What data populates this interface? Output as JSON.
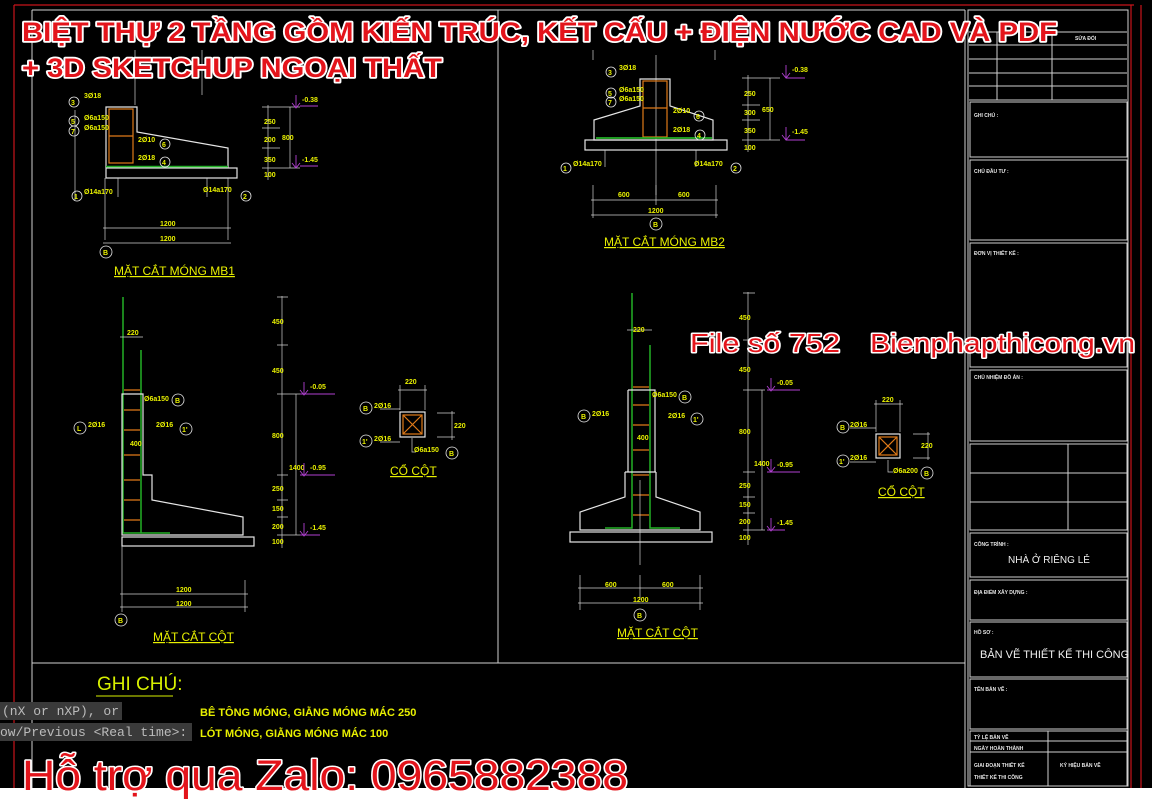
{
  "overlay": {
    "title_line1": "BIỆT THỰ 2 TẦNG GỒM KIẾN TRÚC, KẾT CẤU + ĐIỆN NƯỚC CAD VÀ PDF",
    "title_line2": "+ 3D SKETCHUP NGOẠI THẤT",
    "file_no": "File số 752",
    "website": "Bienphapthicong.vn",
    "support": "Hỗ trợ qua Zalo: 0965882388",
    "color": "#e3141b"
  },
  "command_line": {
    "line1": "(nX or nXP), or",
    "line2": "ow/Previous <Real time>:"
  },
  "colors": {
    "background": "#000000",
    "annotation": "#e8f000",
    "rebar": "#22b026",
    "stirrup": "#e07a18",
    "frame": "#c8141b"
  },
  "mb1": {
    "title": "MẶT CẮT MÓNG MB1",
    "labels": [
      "3Ø18",
      "Ø6a150",
      "Ø6a150",
      "2Ø10",
      "2Ø18",
      "Ø14a170",
      "Ø14a170"
    ],
    "marks": [
      "3",
      "5",
      "7",
      "6",
      "4",
      "1",
      "2"
    ],
    "dims": [
      "1200",
      "1200"
    ],
    "vdims": [
      "250",
      "200",
      "350",
      "100",
      "800"
    ],
    "elevations": [
      "-0.38",
      "-1.45"
    ],
    "axis": "B"
  },
  "mb2": {
    "title": "MẶT CẮT MÓNG MB2",
    "labels": [
      "3Ø18",
      "Ø6a150",
      "Ø6a150",
      "2Ø10",
      "2Ø18",
      "Ø14a170",
      "Ø14a170"
    ],
    "marks": [
      "3",
      "5",
      "7",
      "6",
      "4",
      "1",
      "2"
    ],
    "dims": [
      "600",
      "600",
      "1200"
    ],
    "vdims": [
      "250",
      "300",
      "350",
      "100",
      "650"
    ],
    "elevations": [
      "-0.38",
      "-1.45"
    ],
    "axis": "B"
  },
  "col1": {
    "title": "MẶT CẮT CỘT",
    "labels": [
      "220",
      "Ø6a150",
      "2Ø16",
      "2Ø16",
      "400"
    ],
    "marks": [
      "B",
      "L",
      "1'"
    ],
    "dims": [
      "1200",
      "1200"
    ],
    "vdims": [
      "450",
      "450",
      "800",
      "250",
      "150",
      "200",
      "100",
      "1400"
    ],
    "elevations": [
      "-0.05",
      "-0.95",
      "-1.45"
    ],
    "axis": "B"
  },
  "col2": {
    "title": "MẶT CẮT CỘT",
    "labels": [
      "220",
      "Ø6a150",
      "2Ø16",
      "2Ø16",
      "400"
    ],
    "marks": [
      "B",
      "B",
      "1'"
    ],
    "dims": [
      "600",
      "600",
      "1200"
    ],
    "vdims": [
      "450",
      "450",
      "800",
      "250",
      "150",
      "200",
      "100",
      "1400"
    ],
    "elevations": [
      "-0.05",
      "-0.95",
      "-1.45"
    ],
    "axis": "B"
  },
  "neck1": {
    "title": "CỔ CỘT",
    "labels": [
      "220",
      "220",
      "2Ø16",
      "2Ø16",
      "Ø6a150"
    ],
    "marks": [
      "B",
      "1'",
      "B"
    ]
  },
  "neck2": {
    "title": "CỔ CỘT",
    "labels": [
      "220",
      "220",
      "2Ø16",
      "2Ø16",
      "Ø6a200"
    ],
    "marks": [
      "B",
      "1'",
      "B"
    ]
  },
  "notes": {
    "heading": "GHI CHÚ:",
    "items": [
      "BÊ TÔNG MÓNG, GIẰNG MÓNG MÁC 250",
      "LÓT MÓNG, GIẰNG MÓNG MÁC 100"
    ]
  },
  "title_block": {
    "revision": "SỬA ĐỔI",
    "owner_note": "GHI CHÚ :",
    "investor": "CHỦ ĐẦU TƯ :",
    "designer": "ĐƠN VỊ THIẾT KẾ :",
    "manager": "CHỦ NHIỆM ĐỒ ÁN :",
    "project_label": "CÔNG TRÌNH :",
    "project": "NHÀ Ở RIÊNG LẺ",
    "location": "ĐỊA ĐIỂM XÂY DỰNG :",
    "dossier_label": "HỒ SƠ :",
    "dossier": "BẢN VẼ THIẾT KẾ THI CÔNG",
    "drawing_name": "TÊN BẢN VẼ :",
    "scale": "TỶ LỆ BẢN VẼ",
    "date": "NGÀY HOÀN THÀNH",
    "phase": "GIAI ĐOẠN THIẾT KẾ",
    "phase2": "THIẾT KẾ THI CÔNG",
    "code": "KÝ HIỆU BẢN VẼ"
  }
}
